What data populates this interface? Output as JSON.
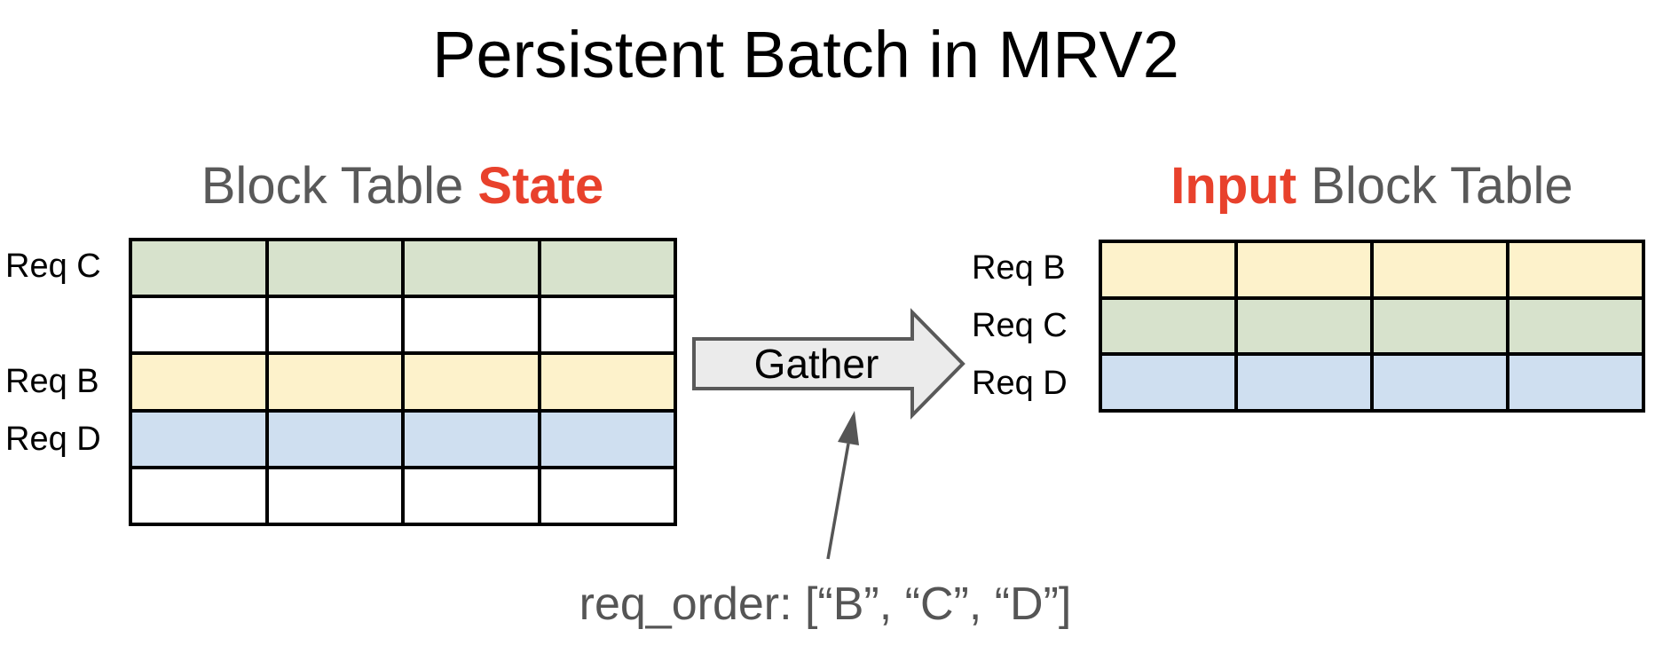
{
  "title": "Persistent Batch in MRV2",
  "left_table": {
    "heading": {
      "prefix": "Block Table ",
      "highlight": "State"
    },
    "columns": 4,
    "rows": [
      {
        "label": "Req C",
        "color": "green"
      },
      {
        "label": "",
        "color": "white"
      },
      {
        "label": "Req B",
        "color": "yellow"
      },
      {
        "label": "Req D",
        "color": "blue"
      },
      {
        "label": "",
        "color": "white"
      }
    ]
  },
  "right_table": {
    "heading": {
      "highlight": "Input",
      "suffix": " Block Table"
    },
    "columns": 4,
    "rows": [
      {
        "label": "Req B",
        "color": "yellow"
      },
      {
        "label": "Req C",
        "color": "green"
      },
      {
        "label": "Req D",
        "color": "blue"
      }
    ]
  },
  "gather_arrow": {
    "label": "Gather"
  },
  "annotation": {
    "text": "req_order: [“B”, “C”, “D”]"
  },
  "colors": {
    "green": "#d7e2cc",
    "yellow": "#fdf2cb",
    "blue": "#cfdff0",
    "white": "#ffffff",
    "table_border": "#000000",
    "heading_gray": "#595959",
    "highlight_red": "#e8412c",
    "label_black": "#000000",
    "arrow_fill": "#ebebeb",
    "arrow_stroke": "#595959",
    "annotation_gray": "#555555"
  }
}
